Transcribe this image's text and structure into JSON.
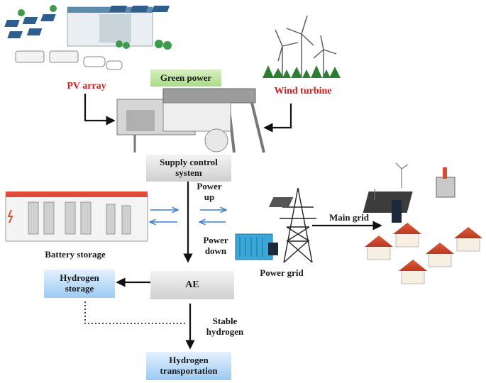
{
  "sources": {
    "pv_label": "PV array",
    "wind_label": "Wind turbine",
    "green_power_label": "Green power"
  },
  "control": {
    "supply_line1": "Supply control",
    "supply_line2": "system"
  },
  "storage": {
    "battery_label": "Battery storage"
  },
  "flow": {
    "power_up_line1": "Power",
    "power_up_line2": "up",
    "power_down_line1": "Power",
    "power_down_line2": "down",
    "stable_line1": "Stable",
    "stable_line2": "hydrogen"
  },
  "grid": {
    "power_grid_label": "Power grid",
    "main_grid_label": "Main grid"
  },
  "hydrogen": {
    "ae_label": "AE",
    "storage_line1": "Hydrogen",
    "storage_line2": "storage",
    "transport_line1": "Hydrogen",
    "transport_line2": "transportation"
  },
  "colors": {
    "source_label": "#cc1f1f",
    "arrow_blue": "#3a7fd0",
    "arrow_black": "#111111"
  }
}
